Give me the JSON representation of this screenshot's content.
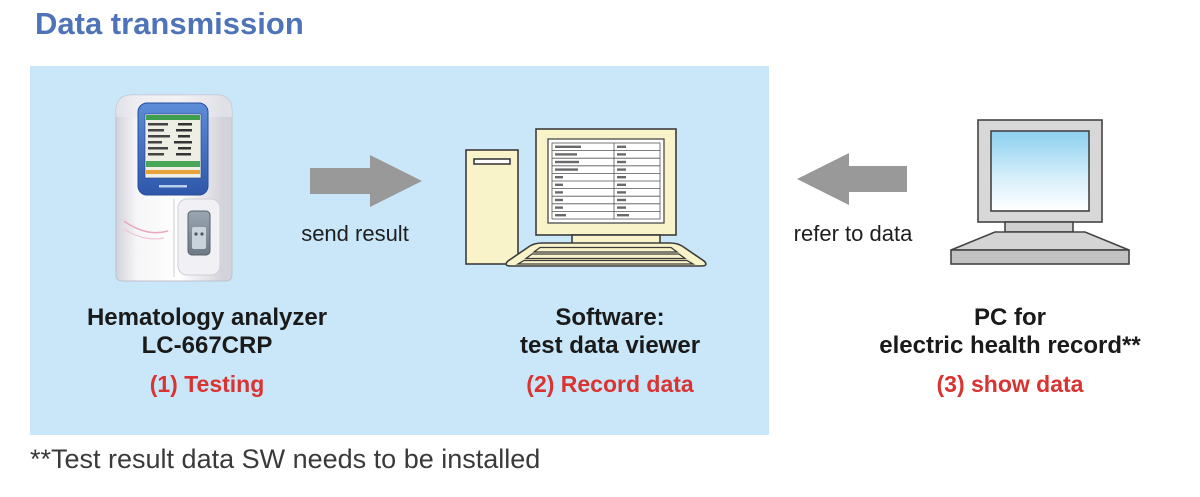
{
  "title": "Data transmission",
  "flow": {
    "arrow1_label": "send result",
    "arrow2_label": "refer to data"
  },
  "nodes": [
    {
      "line1": "Hematology analyzer",
      "line2": "LC-667CRP",
      "step": "(1) Testing"
    },
    {
      "line1": "Software:",
      "line2": "test data viewer",
      "step": "(2) Record data"
    },
    {
      "line1": "PC for",
      "line2": "electric health record**",
      "step": "(3) show data"
    }
  ],
  "footnote": "**Test result data SW needs to be installed",
  "colors": {
    "title_blue": "#4e73b8",
    "panel_blue": "#c9e7f8",
    "arrow_gray": "#999999",
    "step_red": "#d93332",
    "device_cream": "#f8f3c9",
    "pc_gray": "#d8d8d8",
    "label_black": "#1a1a1a"
  }
}
